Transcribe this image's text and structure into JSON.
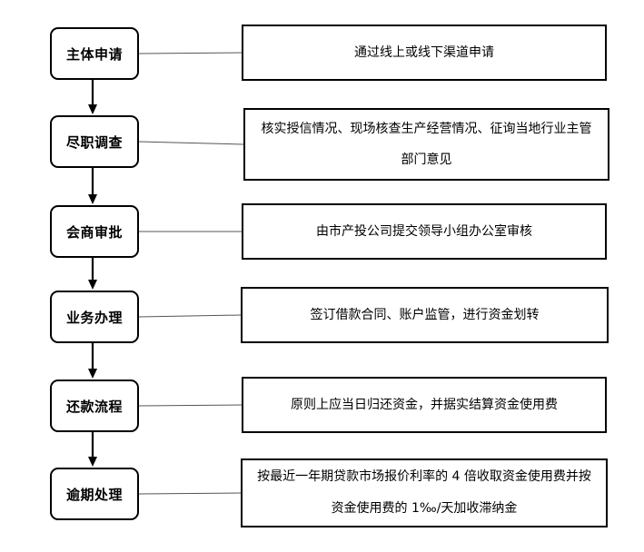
{
  "steps": [
    {
      "label": "主体申请",
      "lines": [
        "通过线上或线下渠道申请"
      ]
    },
    {
      "label": "尽职调查",
      "lines": [
        "核实授信情况、现场核查生产经营情况、征询当地行业主管",
        "部门意见"
      ]
    },
    {
      "label": "会商审批",
      "lines": [
        "由市产投公司提交领导小组办公室审核"
      ]
    },
    {
      "label": "业务办理",
      "lines": [
        "签订借款合同、账户监管，进行资金划转"
      ]
    },
    {
      "label": "还款流程",
      "lines": [
        "原则上应当日归还资金，并据实结算资金使用费"
      ]
    },
    {
      "label": "逾期处理",
      "lines": [
        "按最近一年期贷款市场报价利率的 4 倍收取资金使用费并按",
        "资金使用费的 1‰/天加收滞纳金"
      ]
    }
  ],
  "colors": {
    "stroke": "#000000",
    "connector": "#555555",
    "background": "#ffffff"
  }
}
